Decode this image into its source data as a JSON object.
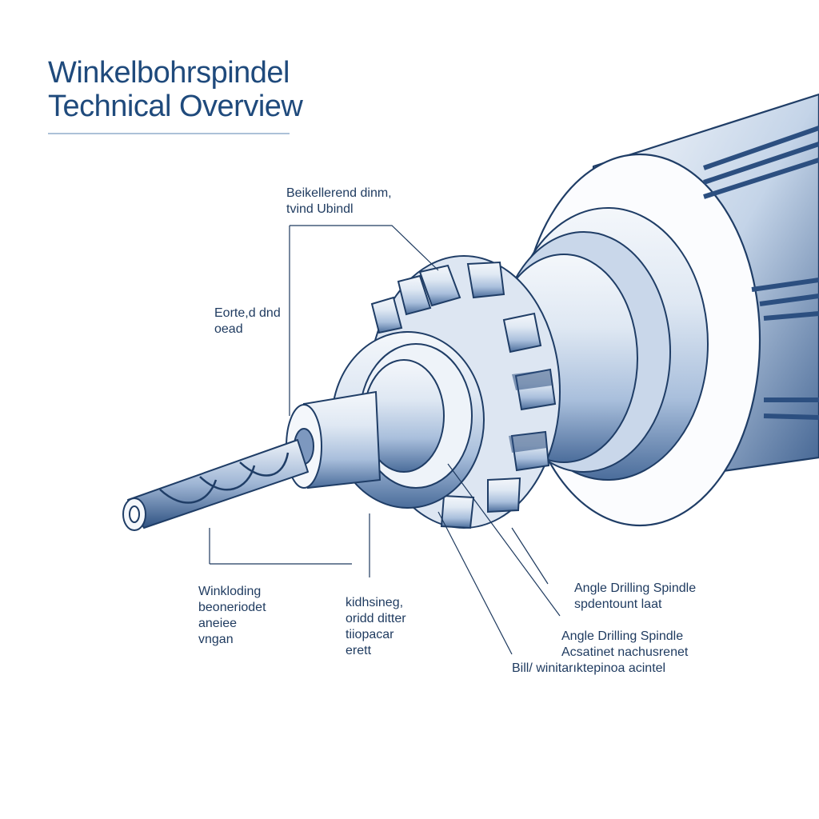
{
  "title": {
    "line1": "Winkelbohrspindel",
    "line2": "Technical Overview"
  },
  "callouts": {
    "top_center": [
      "Beikellerend dinm,",
      "tvind  Ubindl"
    ],
    "left_upper": [
      "Eorte,d dnd",
      "oead"
    ],
    "left_lower": [
      "Winkloding",
      "beoneriodet",
      "aneiee",
      "vngan"
    ],
    "center_lower": [
      "kidhsineg,",
      "oridd ditter",
      "tiiopacar",
      "erett"
    ],
    "right_1": [
      "Angle Drilling Spindle",
      "spdentount  laat"
    ],
    "right_2": [
      "Angle Drilling Spindle",
      "Acsatinet nachusrenet"
    ],
    "right_3": [
      "Bill/ winitarıktepinoa acintel"
    ]
  },
  "colors": {
    "ink": "#1e3a5f",
    "accent": "#1f4a7c",
    "rule": "#7a9cc0",
    "shade_dark": "#4b6d9b",
    "shade_light": "#dfe8f3"
  }
}
